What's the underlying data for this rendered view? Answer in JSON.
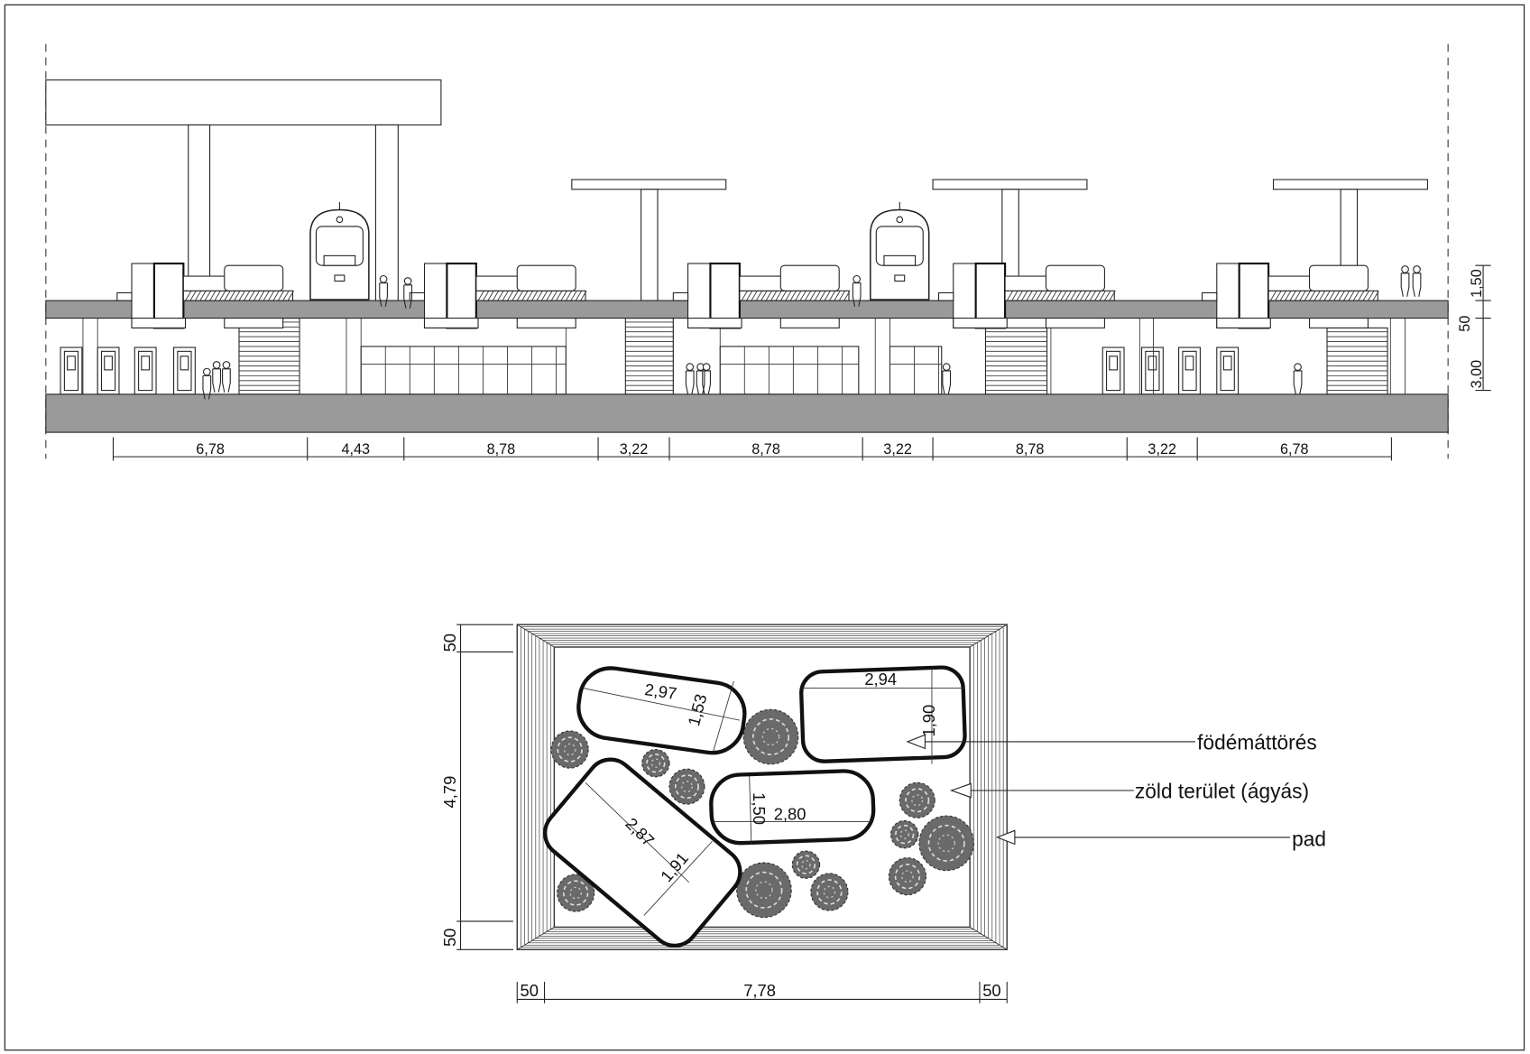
{
  "elevation": {
    "dimensions": [
      "6,78",
      "4,43",
      "8,78",
      "3,22",
      "8,78",
      "3,22",
      "8,78",
      "3,22",
      "6,78"
    ],
    "vertical_dimensions": {
      "top": "1,50",
      "middle": "50",
      "bottom": "3,00"
    }
  },
  "plan": {
    "bench_dims": {
      "b1_length": "2,97",
      "b1_width": "1,53",
      "b2_length": "2,94",
      "b2_width": "1,90",
      "b3_width": "1,50",
      "b3_length": "2,80",
      "b4_length": "2,87",
      "b4_width": "1,91"
    },
    "height_dims": {
      "top": "50",
      "middle": "4,79",
      "bottom": "50"
    },
    "width_dims": {
      "left": "50",
      "middle": "7,78",
      "right": "50"
    },
    "labels": {
      "opening": "födémáttörés",
      "green": "zöld terület (ágyás)",
      "bench": "pad"
    }
  },
  "colors": {
    "slab": "#9a9a9a",
    "tree": "#6a6a6a",
    "line": "#222222"
  }
}
